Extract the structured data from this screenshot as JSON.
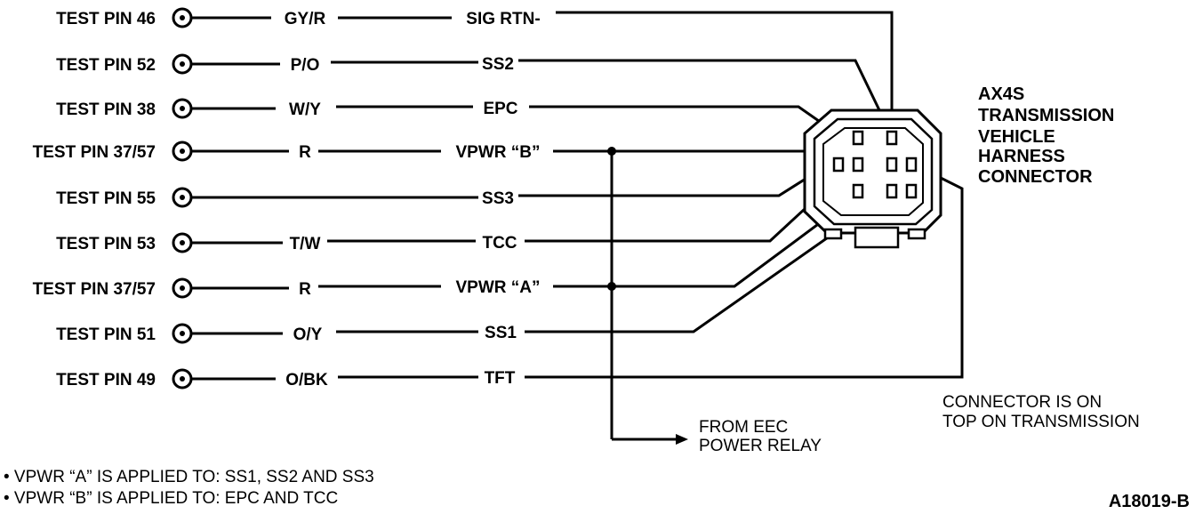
{
  "pins": [
    {
      "label": "TEST PIN 46",
      "color": "GY/R",
      "signal": "SIG RTN-"
    },
    {
      "label": "TEST PIN 52",
      "color": "P/O",
      "signal": "SS2"
    },
    {
      "label": "TEST PIN 38",
      "color": "W/Y",
      "signal": "EPC"
    },
    {
      "label": "TEST PIN 37/57",
      "color": "R",
      "signal": "VPWR “B”"
    },
    {
      "label": "TEST PIN 55",
      "color": "",
      "signal": "SS3"
    },
    {
      "label": "TEST PIN 53",
      "color": "T/W",
      "signal": "TCC"
    },
    {
      "label": "TEST PIN 37/57",
      "color": "R",
      "signal": "VPWR “A”"
    },
    {
      "label": "TEST PIN 51",
      "color": "O/Y",
      "signal": "SS1"
    },
    {
      "label": "TEST PIN 49",
      "color": "O/BK",
      "signal": "TFT"
    }
  ],
  "connector_title": [
    "AX4S",
    "TRANSMISSION",
    "VEHICLE",
    "HARNESS",
    "CONNECTOR"
  ],
  "connector_note": [
    "CONNECTOR IS ON",
    "TOP ON TRANSMISSION"
  ],
  "relay_label": [
    "FROM EEC",
    "POWER RELAY"
  ],
  "notes": [
    "• VPWR “A” IS APPLIED TO: SS1, SS2 AND SS3",
    "• VPWR “B” IS APPLIED TO: EPC AND TCC"
  ],
  "figure_id": "A18019-B"
}
